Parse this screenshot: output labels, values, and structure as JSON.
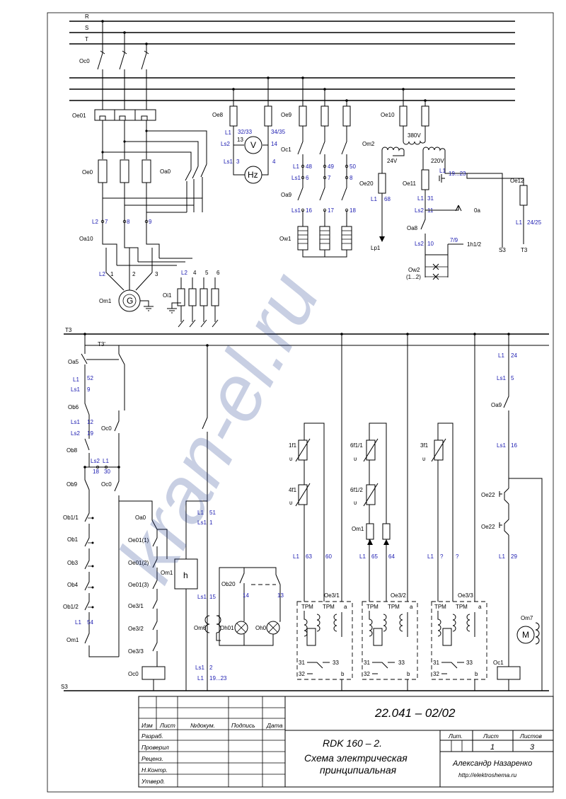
{
  "watermark": "kran-el.ru",
  "buses": {
    "top": [
      "R",
      "S",
      "T"
    ],
    "t3": "T3",
    "t3p": "T3'",
    "s3": "S3"
  },
  "power": {
    "oc0": "Oc0",
    "oe01": "Oe01",
    "oe0": "Oe0",
    "oa0": "Oa0",
    "oa10": "Oa10",
    "om1": "Om1",
    "g": "G",
    "oi1": "Oi1",
    "l2a": "L2",
    "w7": "7",
    "w8": "8",
    "w9": "9",
    "g1": "1",
    "g2": "2",
    "g3": "3",
    "l2b": "L2",
    "r4": "4",
    "r5": "5",
    "r6": "6"
  },
  "meters": {
    "oe8": "Oe8",
    "l1": "L1",
    "w3233": "32/33",
    "ls2": "Ls2",
    "w13": "13",
    "ls1": "Ls1",
    "w3": "3",
    "w3435": "34/35",
    "w14": "14",
    "w4": "4",
    "v": "V",
    "hz": "Hz"
  },
  "fans": {
    "oe9": "Oe9",
    "oc1": "Oc1",
    "oa9": "Oa9",
    "ow1": "Ow1",
    "l1": "L1",
    "w48": "48",
    "w49": "49",
    "w50": "50",
    "ls1a": "Ls1",
    "w6": "6",
    "w7": "7",
    "w8": "8",
    "ls1b": "Ls1",
    "w16": "16",
    "w17": "17",
    "w18": "18"
  },
  "control_supply": {
    "oe10": "Oe10",
    "v380": "380V",
    "om2": "Om2",
    "v24": "24V",
    "v220": "220V",
    "oe20": "Oe20",
    "l1a": "L1",
    "w68": "68",
    "lp1": "Lp1",
    "oe11": "Oe11",
    "l1b": "L1",
    "w1923": "19...23",
    "l1c": "L1",
    "w31": "31",
    "ls2": "Ls2",
    "w11": "11",
    "oa": "0a",
    "oa8": "Oa8",
    "ls2b": "Ls2",
    "w10": "10",
    "w79": "7/9",
    "h1h": "1h1/2",
    "ow2": "Ow2",
    "ow2sub": "(1...2)",
    "s3": "S3",
    "oe12": "Oe12",
    "l1d": "L1",
    "w2425": "24/25",
    "t3": "T3"
  },
  "control": {
    "oa5": "Oa5",
    "l1a": "L1",
    "w52": "52",
    "ls1a": "Ls1",
    "w9": "9",
    "ob6": "Ob6",
    "ls1b": "Ls1",
    "w12": "12",
    "ls2a": "Ls2",
    "w19": "19",
    "oc0a": "Oc0",
    "ob8": "Ob8",
    "ls2b": "Ls2",
    "l1b": "L1",
    "w18": "18",
    "w30": "30",
    "ob9": "Ob9",
    "oc0b": "Oc0",
    "ob11": "Ob1/1",
    "ob1": "Ob1",
    "ob3": "Ob3",
    "ob4": "Ob4",
    "ob12": "Ob1/2",
    "l1c": "L1",
    "w54": "54",
    "om1": "Om1",
    "oa0": "Oa0",
    "oe011": "Oe01(1)",
    "oe012": "Oe01(2)",
    "oe013": "Oe01(3)",
    "oe31": "Oe3/1",
    "oe32": "Oe3/2",
    "oe33": "Oe3/3",
    "oc0c": "Oc0",
    "om1b": "Om1",
    "h": "h",
    "l1d": "L1",
    "w51": "51",
    "ls1c": "Ls1",
    "w1": "1",
    "ls1d": "Ls1",
    "w15": "15",
    "ob20": "Ob20",
    "w14": "14",
    "w13": "13",
    "om6": "Om6",
    "oh01": "Oh01",
    "oh0": "Oh0",
    "ls1e": "Ls1",
    "w2": "2",
    "l1e": "L1",
    "w1923": "19...23"
  },
  "thermo": [
    {
      "t1": "1f1",
      "t2": "4f1",
      "l1": "L1",
      "wa": "63",
      "wb": "60",
      "oe": "Oe3/1",
      "c1": "31",
      "c2": "32",
      "c3": "33",
      "b": "b",
      "a": "a",
      "tpm1": "ТРМ",
      "tpm2": "ТРМ"
    },
    {
      "t1": "6f1/1",
      "t2": "6f1/2",
      "om": "Om1",
      "l1": "L1",
      "wa": "65",
      "wb": "64",
      "oe": "Oe3/2",
      "c1": "31",
      "c2": "32",
      "c3": "33",
      "b": "b",
      "a": "a",
      "tpm1": "ТРМ",
      "tpm2": "ТРМ"
    },
    {
      "t1": "3f1",
      "l1": "L1",
      "wa": "?",
      "wb": "?",
      "oe": "Oe3/3",
      "c1": "31",
      "c2": "32",
      "c3": "33",
      "b": "b",
      "a": "a",
      "tpm1": "ТРМ",
      "tpm2": "ТРМ"
    }
  ],
  "right": {
    "l1a": "L1",
    "w24": "24",
    "ls1a": "Ls1",
    "w5": "5",
    "oa9": "Oa9",
    "ls1b": "Ls1",
    "w16": "16",
    "oe22a": "Oe22",
    "oe22b": "Oe22",
    "l1b": "L1",
    "w29": "29",
    "om7": "Om7",
    "m": "M",
    "oc1": "Oc1"
  },
  "theta": "υ",
  "title_block": {
    "code": "22.041 – 02/02",
    "cols": [
      "Изм",
      "Лист",
      "№докум.",
      "Подпись",
      "Дата"
    ],
    "rows": [
      "Разраб.",
      "Проверил",
      "Реценз.",
      "Н.Контр.",
      "Утверд."
    ],
    "name": "RDK 160 – 2.",
    "desc1": "Схема электрическая",
    "desc2": "принципиальная",
    "lit": "Лит.",
    "sheet": "Лист",
    "sheets": "Листов",
    "sheet_val": "1",
    "sheets_val": "3",
    "author": "Александр Назаренко",
    "url": "http://elektroshema.ru"
  }
}
